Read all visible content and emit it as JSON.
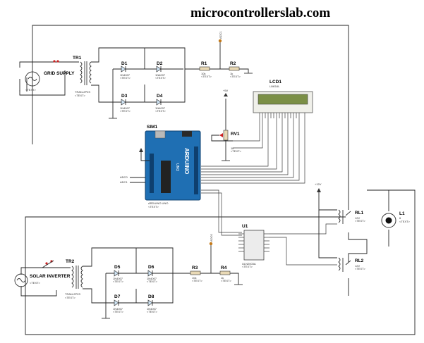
{
  "watermark": "microcontrollerslab.com",
  "grid": {
    "source_label": "GRID SUPPLY",
    "source_text": "<TEXT>",
    "transformer": "TR1",
    "transformer_model": "TRAN-2P2S",
    "transformer_text": "<TEXT>",
    "diodes": [
      {
        "ref": "D1",
        "model": "1N4007",
        "text": "<TEXT>"
      },
      {
        "ref": "D2",
        "model": "1N4007",
        "text": "<TEXT>"
      },
      {
        "ref": "D3",
        "model": "1N4007",
        "text": "<TEXT>"
      },
      {
        "ref": "D4",
        "model": "1N4007",
        "text": "<TEXT>"
      }
    ],
    "r1": {
      "ref": "R1",
      "value": "10k",
      "text": "<TEXT>"
    },
    "r2": {
      "ref": "R2",
      "value": "1k",
      "text": "<TEXT>"
    },
    "probe": "ADC1"
  },
  "solar": {
    "source_label": "SOLAR INVERTER",
    "source_text": "<TEXT>",
    "transformer": "TR2",
    "transformer_model": "TRAN-2P2S",
    "transformer_text": "<TEXT>",
    "diodes": [
      {
        "ref": "D5",
        "model": "1N4007",
        "text": "<TEXT>"
      },
      {
        "ref": "D6",
        "model": "1N4007",
        "text": "<TEXT>"
      },
      {
        "ref": "D7",
        "model": "1N4007",
        "text": "<TEXT>"
      },
      {
        "ref": "D8",
        "model": "1N4007",
        "text": "<TEXT>"
      }
    ],
    "r3": {
      "ref": "R3",
      "value": "10k",
      "text": "<TEXT>"
    },
    "r4": {
      "ref": "R4",
      "value": "1k",
      "text": "<TEXT>"
    },
    "probe": "ADC0"
  },
  "lcd": {
    "ref": "LCD1",
    "model": "LM016L"
  },
  "pot": {
    "ref": "RV1",
    "value": "1k",
    "text": "<TEXT>",
    "supply": "+5V"
  },
  "arduino": {
    "ref": "SIM1",
    "model": "ARDUINO UNO",
    "text": "<TEXT>",
    "pin_adc0": "ADC0",
    "pin_adc1": "ADC1",
    "board_word": "ARDUINO",
    "brand": "UNO"
  },
  "driver": {
    "ref": "U1",
    "model": "ULN2003A",
    "text": "<TEXT>"
  },
  "relays": {
    "supply": "+12V",
    "rl1": {
      "ref": "RL1",
      "value": "12V",
      "text": "<TEXT>"
    },
    "rl2": {
      "ref": "RL2",
      "value": "12V",
      "text": "<TEXT>"
    }
  },
  "lamp": {
    "ref": "L1",
    "value": "6",
    "text": "<TEXT>"
  },
  "colors": {
    "arduino_board": "#1f6fb3",
    "arduino_dark": "#0e3f6e",
    "lcd_screen": "#7b8f46",
    "lcd_body": "#f0f0ea",
    "probe": "#c47a1a",
    "switch_dot": "#cc2222"
  }
}
